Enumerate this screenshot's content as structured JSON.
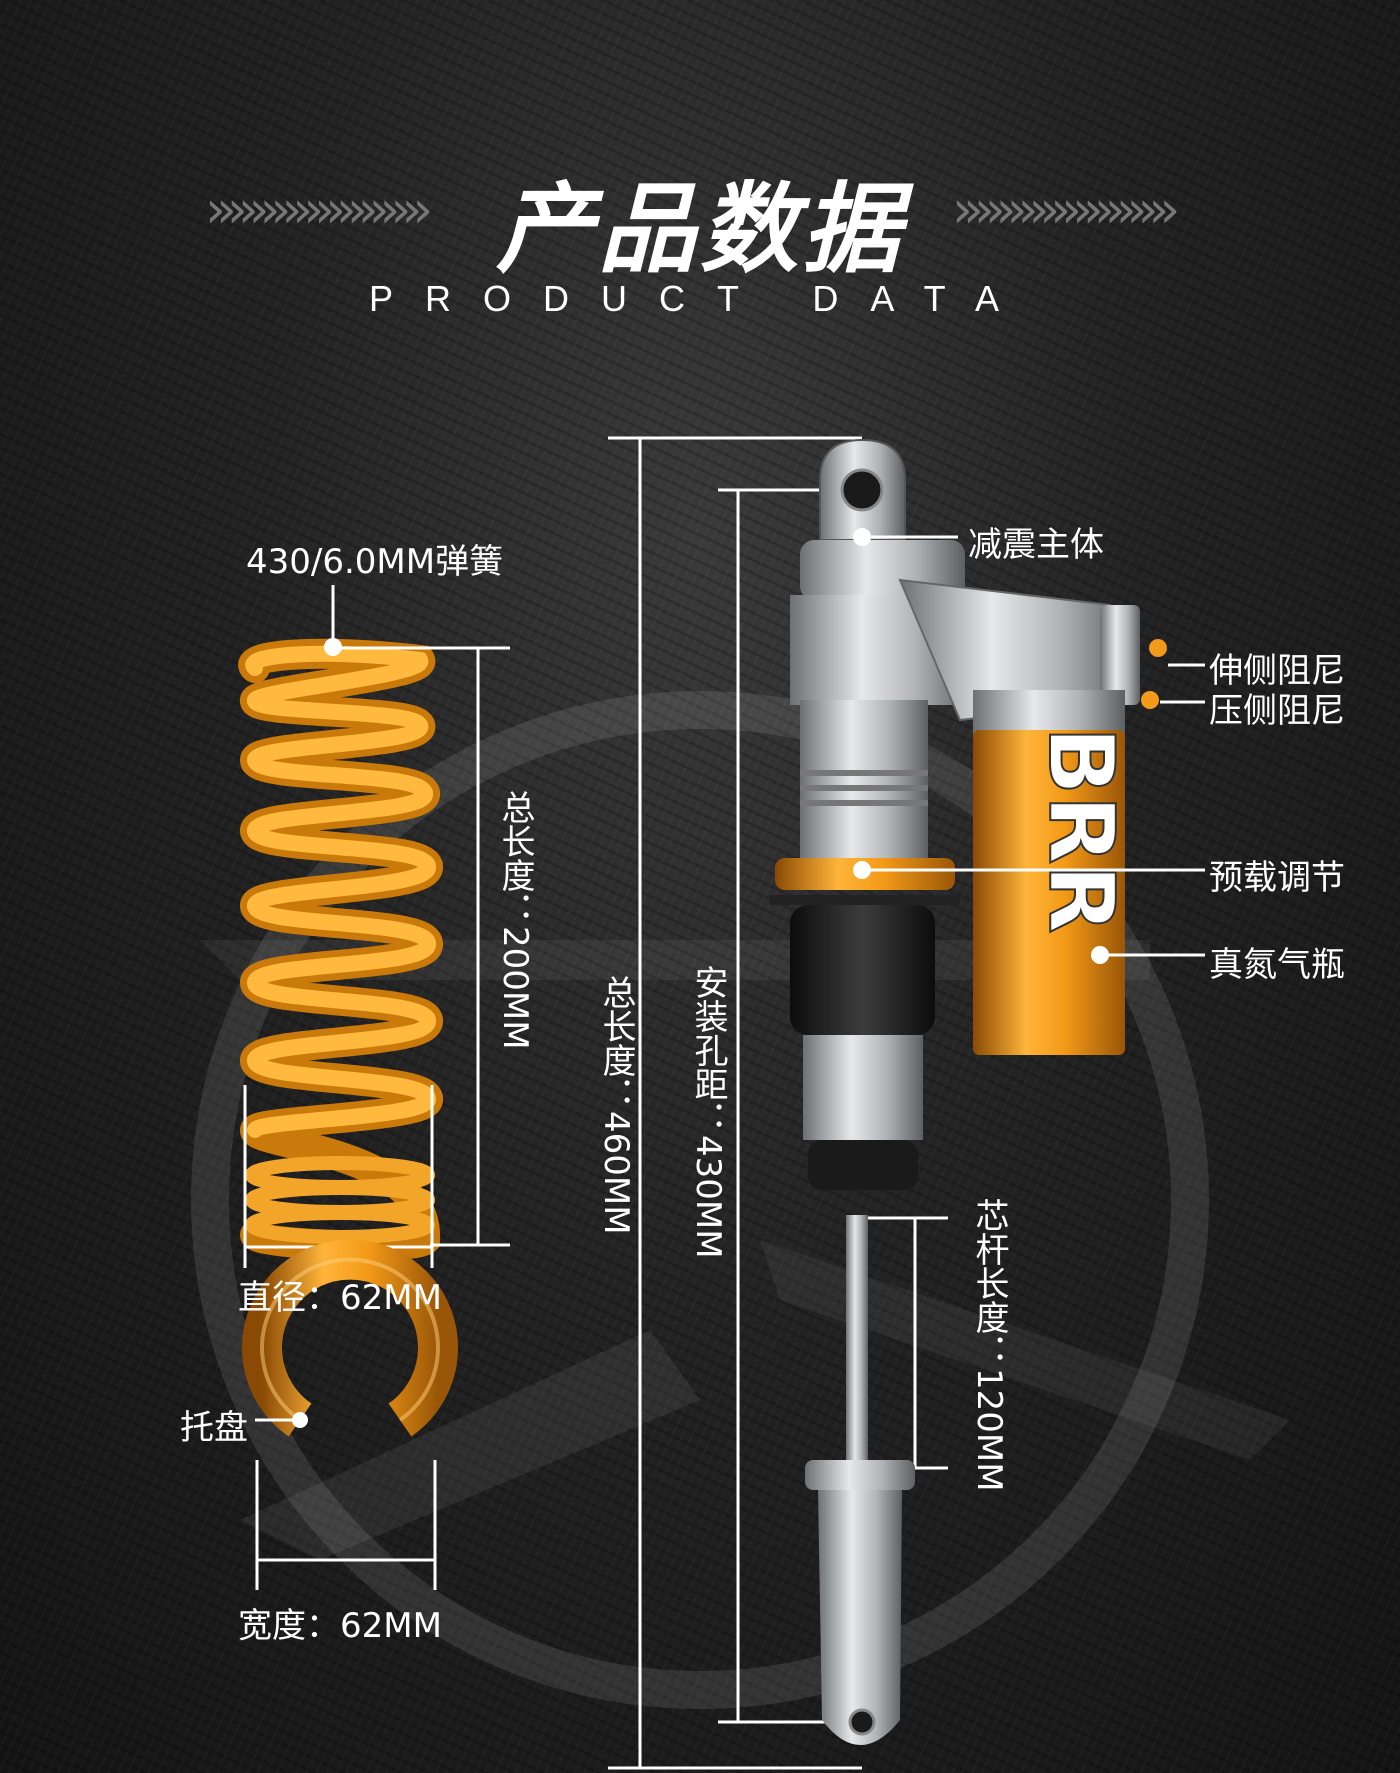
{
  "header": {
    "title": "产品数据",
    "subtitle": "PRODUCT DATA",
    "chevrons_left": "»»»»»»»»»»",
    "chevrons_right": "»»»»»»»»»»"
  },
  "spring": {
    "spec_label": "430/6.0MM弹簧",
    "length_label": "总长度：200MM",
    "diameter_label": "直径：62MM",
    "color": "#f2a21c"
  },
  "tray": {
    "name_label": "托盘",
    "width_label": "宽度：62MM",
    "color": "#e8901a"
  },
  "shock": {
    "total_length_label": "总长度：460MM",
    "mount_distance_label": "安装孔距：430MM",
    "shaft_length_label": "芯杆长度：120MM",
    "brand_text": "BRR",
    "callouts": [
      "减震主体",
      "伸侧阻尼",
      "压侧阻尼",
      "预载调节",
      "真氮气瓶"
    ]
  },
  "colors": {
    "background": "#1c1c1c",
    "accent_orange": "#f29a1a",
    "metal": "#b9bcbf",
    "line": "#ffffff"
  }
}
